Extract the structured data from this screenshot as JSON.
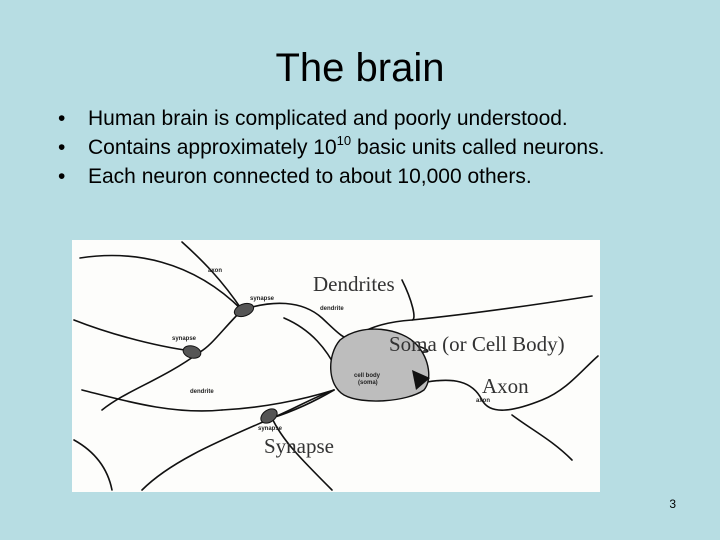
{
  "slide": {
    "title": "The brain",
    "bullets": [
      {
        "text": "Human brain is complicated and poorly understood."
      },
      {
        "text_before": "Contains approximately 10",
        "sup": "10",
        "text_after": " basic units called neurons."
      },
      {
        "text": "Each neuron connected to about 10,000 others."
      }
    ],
    "page_number": "3"
  },
  "figure": {
    "overlay_labels": {
      "dendrites": "Dendrites",
      "soma": "Soma (or Cell Body)",
      "axon": "Axon",
      "synapse": "Synapse"
    },
    "scan_labels": {
      "axon_top": "axon",
      "synapse_top": "synapse",
      "dendrite_top": "dendrite",
      "synapse_left": "synapse",
      "dendrite_left": "dendrite",
      "cell_body_1": "cell body",
      "cell_body_2": "(soma)",
      "axon_right": "axon",
      "synapse_bottom": "synapse"
    }
  },
  "colors": {
    "background": "#b7dde3",
    "figure_background": "#fdfdfb",
    "soma_fill": "#bdbdbd"
  }
}
